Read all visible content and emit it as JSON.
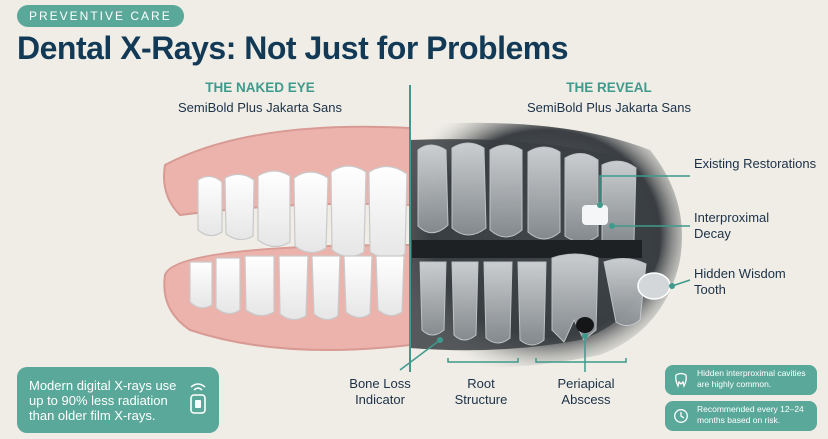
{
  "header": {
    "badge": "PREVENTIVE CARE",
    "title": "Dental X-Rays: Not Just for Problems"
  },
  "left_panel": {
    "heading": "THE NAKED EYE",
    "subheading": "SemiBold Plus Jakarta Sans"
  },
  "right_panel": {
    "heading": "THE REVEAL",
    "subheading": "SemiBold Plus Jakarta Sans"
  },
  "callouts": {
    "existing_restorations": "Existing Restorations",
    "interproximal_decay": "Interproximal Decay",
    "hidden_wisdom_tooth": "Hidden Wisdom Tooth",
    "bone_loss": "Bone Loss Indicator",
    "root_structure": "Root Structure",
    "periapical_abscess": "Periapical Abscess"
  },
  "info_card": {
    "text": "Modern digital X-rays use up to 90% less radiation than older film X-rays.",
    "icon": "xray-sensor-icon"
  },
  "tips": [
    {
      "text": "Hidden interproximal cavities are highly common.",
      "icon": "tooth-icon"
    },
    {
      "text": "Recommended every 12–24 months based on risk.",
      "icon": "clock-icon"
    }
  ],
  "colors": {
    "accent": "#5aa89a",
    "title": "#123a56",
    "background": "#efede6",
    "gum": "#ecb3ad",
    "xray_dark": "#2a2d30"
  }
}
